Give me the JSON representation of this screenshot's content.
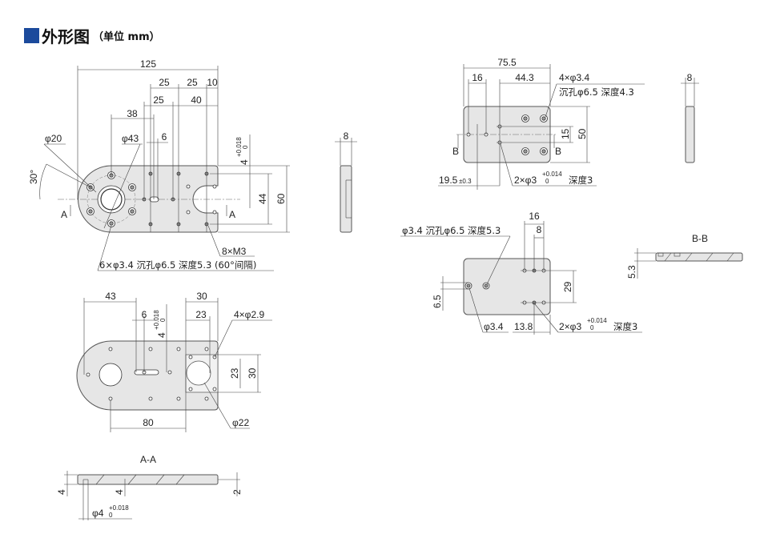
{
  "header": {
    "title": "外形图",
    "unit": "（单位 mm）",
    "accent": "#1b4a9c"
  },
  "view_main": {
    "d125": "125",
    "d25a": "25",
    "d25b": "25",
    "d10": "10",
    "d25c": "25",
    "d40": "40",
    "d38": "38",
    "d6": "6",
    "phi20": "φ20",
    "phi43": "φ43",
    "angle30": "30°",
    "tol4": "4",
    "tol_up": "+0.018",
    "tol_lo": "0",
    "d44": "44",
    "d60": "60",
    "secA1": "A",
    "secA2": "A",
    "m3": "8×M3",
    "cb_note": "6×φ3.4 沉孔φ6.5 深度5.3 (60°间隔)"
  },
  "view_side1": {
    "d8": "8"
  },
  "view_bottom": {
    "d43": "43",
    "d6": "6",
    "tol4": "4",
    "tol_up": "+0.018",
    "tol_lo": "0",
    "d30": "30",
    "d23": "23",
    "holes": "4×φ2.9",
    "v23": "23",
    "v30": "30",
    "d80": "80",
    "phi22": "φ22"
  },
  "section_aa": {
    "label": "A-A",
    "d4a": "4",
    "d4b": "4",
    "d2": "2",
    "phi4": "φ4",
    "tol_up": "+0.018",
    "tol_lo": "0"
  },
  "view_plate2": {
    "d75_5": "75.5",
    "d16": "16",
    "d44_3": "44.3",
    "holes1": "4×φ3.4",
    "holes2": "沉孔φ6.5 深度4.3",
    "d15": "15",
    "d50": "50",
    "secB1": "B",
    "secB2": "B",
    "d19_5": "19.5",
    "tol19": "±0.3",
    "pins": "2×φ3",
    "pins_up": "+0.014",
    "pins_lo": "0",
    "pins_depth": "深度3"
  },
  "view_side2": {
    "d8": "8"
  },
  "view_plate3": {
    "d16": "16",
    "d8": "8",
    "cb_note": "φ3.4 沉孔φ6.5 深度5.3",
    "d29": "29",
    "d6_5": "6.5",
    "phi3_4": "φ3.4",
    "d13_8": "13.8",
    "pins": "2×φ3",
    "pins_up": "+0.014",
    "pins_lo": "0",
    "pins_depth": "深度3"
  },
  "section_bb": {
    "label": "B-B",
    "d5_3": "5.3"
  }
}
